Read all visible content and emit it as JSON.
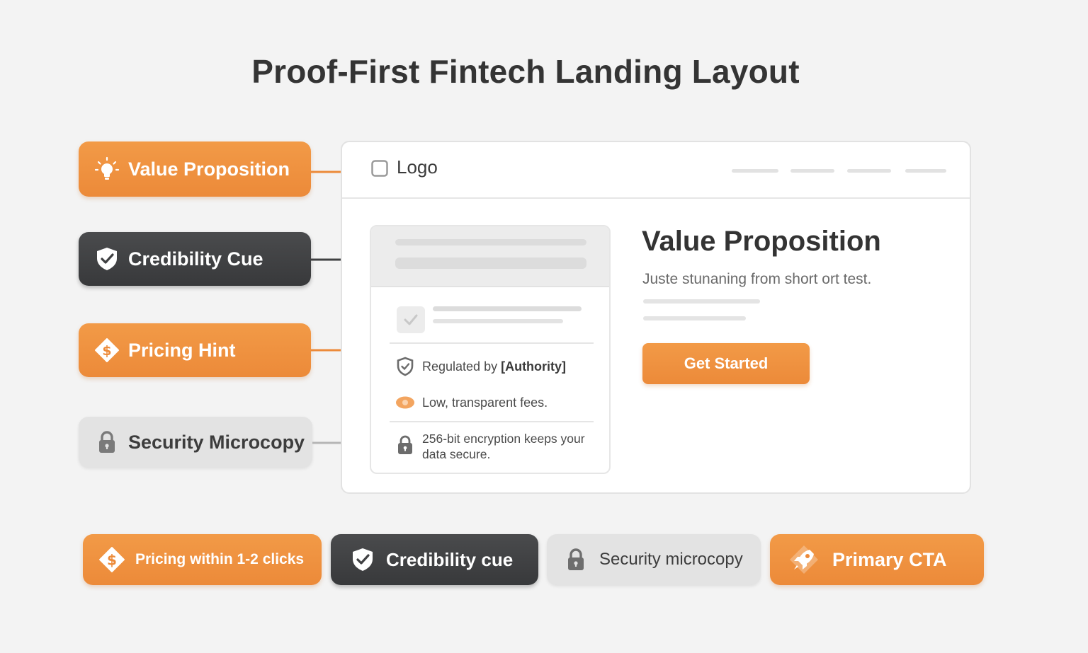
{
  "title": "Proof-First Fintech Landing Layout",
  "left_labels": {
    "value_proposition": "Value Proposition",
    "credibility_cue": "Credibility Cue",
    "pricing_hint": "Pricing Hint",
    "security_microcopy": "Security Microcopy"
  },
  "mockup": {
    "logo": "Logo",
    "card": {
      "regulated_prefix": "Regulated by ",
      "regulated_authority": "[Authority]",
      "fees": "Low, transparent fees.",
      "security_line1": "256-bit encryption keeps your",
      "security_line2": "data secure."
    },
    "hero_title": "Value Proposition",
    "hero_subtitle": "Juste stunaning from short ort test.",
    "cta_label": "Get Started"
  },
  "bottom_labels": {
    "pricing": "Pricing within 1-2 clicks",
    "credibility": "Credibility cue",
    "security": "Security microcopy",
    "primary_cta": "Primary CTA"
  },
  "colors": {
    "orange": "#ee8e3d",
    "dark": "#3f4042",
    "light": "#e3e3e3",
    "arrow_orange": "#ec8a39",
    "arrow_dark": "#3f4042",
    "arrow_gray": "#b5b5b5"
  },
  "icons": {
    "value_proposition": "lightbulb-icon",
    "credibility": "shield-check-icon",
    "pricing": "price-tag-icon",
    "security": "lock-icon",
    "primary_cta": "rocket-icon"
  }
}
